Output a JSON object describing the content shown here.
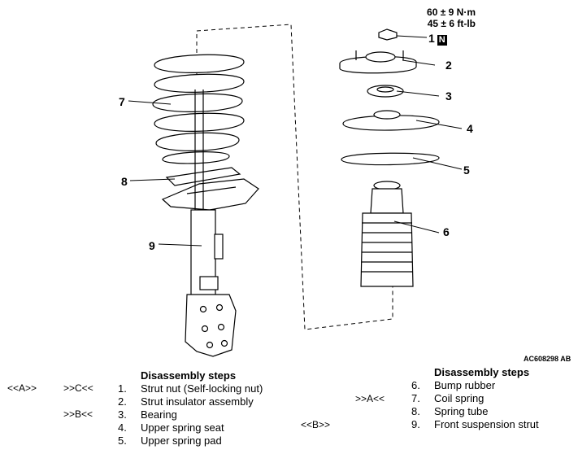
{
  "torque": {
    "nm": "60 ± 9 N·m",
    "ftlb": "45 ± 6 ft-lb"
  },
  "callouts": [
    {
      "label": "1",
      "marker": "N"
    },
    {
      "label": "2"
    },
    {
      "label": "3"
    },
    {
      "label": "4"
    },
    {
      "label": "5"
    },
    {
      "label": "6"
    },
    {
      "label": "7"
    },
    {
      "label": "8"
    },
    {
      "label": "9"
    }
  ],
  "figure_code": "AC608298 AB",
  "left_steps": {
    "title": "Disassembly steps",
    "items": [
      {
        "num": "1.",
        "text": "Strut nut (Self-locking nut)",
        "tags": [
          "<<A>>",
          ">>C<<"
        ]
      },
      {
        "num": "2.",
        "text": "Strut insulator assembly",
        "tags": []
      },
      {
        "num": "3.",
        "text": "Bearing",
        "tags": [
          ">>B<<"
        ]
      },
      {
        "num": "4.",
        "text": "Upper spring seat",
        "tags": []
      },
      {
        "num": "5.",
        "text": "Upper spring pad",
        "tags": []
      }
    ]
  },
  "right_steps": {
    "title": "Disassembly steps",
    "items": [
      {
        "num": "6.",
        "text": "Bump rubber",
        "tags": []
      },
      {
        "num": "7.",
        "text": "Coil spring",
        "tags": [
          ">>A<<"
        ]
      },
      {
        "num": "8.",
        "text": "Spring tube",
        "tags": []
      },
      {
        "num": "9.",
        "text": "Front suspension strut",
        "tags": [
          "<<B>>"
        ]
      }
    ]
  }
}
